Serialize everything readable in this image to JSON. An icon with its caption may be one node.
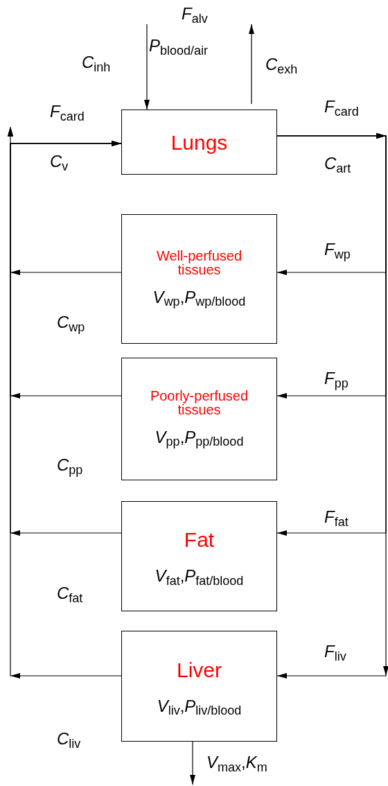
{
  "diagram": {
    "nodes": [
      {
        "text": [
          "Lungs"
        ]
      },
      {
        "text": [
          "Well-perfused tissues",
          "*V*$_{wp}$,*P*$_{wp/blood}$"
        ]
      },
      {
        "text": [
          "Poorly-perfused tissues",
          "*V*$_{pp}$,*P*$_{pp/blood}$"
        ]
      },
      {
        "text": [
          "Fat",
          "*V*$_{fat}$,*P*$_{fat/blood}$"
        ]
      },
      {
        "text": [
          "Liver",
          "*V*$_{liv}$,*P*$_{liv/blood}$"
        ]
      }
    ],
    "edges": [
      {
        "from": null,
        "to": 0,
        "arrow": "to",
        "label": "*C*$_{inh}$"
      },
      {
        "from": 0,
        "to": null,
        "arrow": "to",
        "label": "*C*$_{exh}$"
      },
      {
        "from": 0,
        "to": 1,
        "arrow": "to"
      },
      {
        "from": 0,
        "to": 2,
        "arrow": "to"
      },
      {
        "from": 0,
        "to": 3,
        "arrow": "to"
      },
      {
        "from": 0,
        "to": 4,
        "arrow": "to"
      },
      {
        "from": 1,
        "to": 0,
        "arrow": "to"
      },
      {
        "from": 2,
        "to": 0,
        "arrow": "to"
      },
      {
        "from": 3,
        "to": 0,
        "arrow": "to"
      },
      {
        "from": 4,
        "to": 0,
        "arrow": "to"
      },
      {
        "from": 4,
        "to": null,
        "arrow": "to",
        "label": "*V*$_{max}$,*K*$_{m}$"
      }
    ],
    "labels": [
      "*F*$_{alv}$",
      "*P*$_{blood/air}$",
      "*F*$_{card}$",
      "*C*$_{v}$",
      "*F*$_{card}$",
      "*C*$_{art}$",
      "*F*$_{wp}$",
      "*C*$_{wp}$",
      "*F*$_{pp}$",
      "*C*$_{pp}$",
      "*F*$_{fat}$",
      "*C*$_{fat}$",
      "*F*$_{liv}$",
      "*C*$_{liv}$"
    ]
  }
}
